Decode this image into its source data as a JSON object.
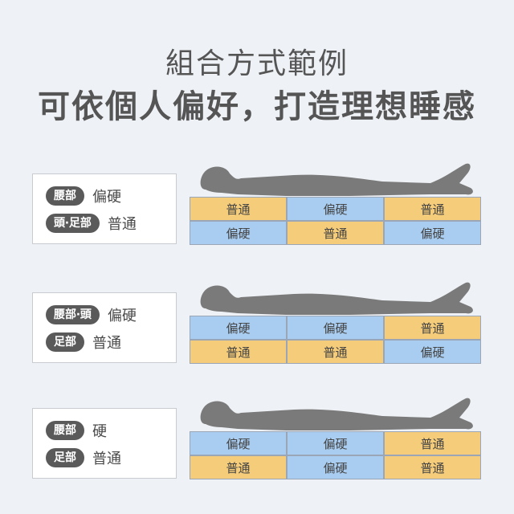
{
  "header": {
    "title1": "組合方式範例",
    "title2": "可依個人偏好，打造理想睡感"
  },
  "colors": {
    "soft": "#f5cc7a",
    "hard": "#a9cdf0",
    "pill": "#5a5a5a"
  },
  "examples": [
    {
      "legend": [
        {
          "part": "腰部",
          "level": "偏硬"
        },
        {
          "part": "頭‧足部",
          "level": "普通"
        }
      ],
      "rows": [
        [
          "普通",
          "偏硬",
          "普通"
        ],
        [
          "偏硬",
          "普通",
          "偏硬"
        ]
      ]
    },
    {
      "legend": [
        {
          "part": "腰部‧頭",
          "level": "偏硬"
        },
        {
          "part": "足部",
          "level": "普通"
        }
      ],
      "rows": [
        [
          "偏硬",
          "偏硬",
          "普通"
        ],
        [
          "普通",
          "普通",
          "偏硬"
        ]
      ]
    },
    {
      "legend": [
        {
          "part": "腰部",
          "level": "硬"
        },
        {
          "part": "足部",
          "level": "普通"
        }
      ],
      "rows": [
        [
          "偏硬",
          "偏硬",
          "普通"
        ],
        [
          "普通",
          "偏硬",
          "普通"
        ]
      ]
    }
  ]
}
